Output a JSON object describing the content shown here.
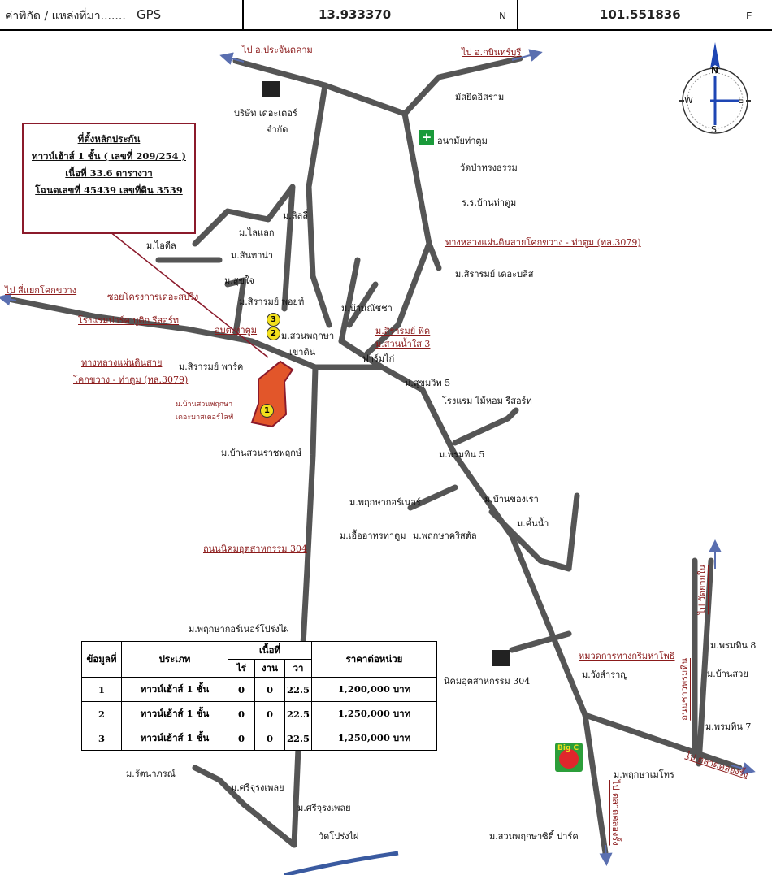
{
  "header": {
    "coord_label": "ค่าพิกัด / แหล่งที่มา.......",
    "source": "GPS",
    "latitude": "13.933370",
    "lat_suffix": "N",
    "longitude": "101.551836",
    "lon_suffix": "E"
  },
  "compass": {
    "n": "N",
    "s": "S",
    "e": "E",
    "w": "W"
  },
  "info_box": {
    "line1": "ที่ตั้งหลักประกัน",
    "line2": "ทาวน์เฮ้าส์ 1 ชั้น ( เลขที่ 209/254 )",
    "line3": "เนื้อที่ 33.6 ตารางวา",
    "line4": "โฉนดเลขที่ 45439 เลขที่ดิน 3539"
  },
  "markers": [
    "1",
    "2",
    "3"
  ],
  "labels": {
    "to_prachantakham": "ไป อ.ประจันตคาม",
    "to_kabinburi": "ไป อ.กบินทร์บุรี",
    "mosque": "มัสยิดอิสราม",
    "factory1": "บริษัท เดอะเตอร์",
    "factory1b": "จำกัด",
    "health": "อนามัยท่าตูม",
    "temple1": "วัดป่าทรงธรรม",
    "school": "ร.ร.บ้านท่าตูม",
    "hwy3079_top": "ทางหลวงแผ่นดินสายโคกขวาง - ท่าตูม (ทล.3079)",
    "sirarom_bliss": "ม.สิรารมย์ เดอะบลิส",
    "lilly": "ม.ลิลลี่",
    "landmark": "ม.ไลแลก",
    "ideal": "ม.ไอดีล",
    "sunthana": "ม.สันทาน่า",
    "sukjai": "ม.สุขใจ",
    "to_kokkwang": "ไป สี่แยกโคกขวาง",
    "soi_project": "ซอยโครงการเดอะสปริง",
    "sirarom_point": "ม.สิรารมย์ พอยท์",
    "ban_nachcha": "ม.บ้านณัชชา",
    "hotel_park": "โรงแรมปาร์ค บูติก รีสอร์ท",
    "obt": "อบต.ท่าตูม",
    "suan_pruksa": "ม.สวนพฤกษา",
    "khao_din": "เขาดิน",
    "sirarom_peak": "ม.สิรารมย์ พีค",
    "suan_namsai": "ม.สวนน้ำใส 3",
    "hwy_label1": "ทางหลวงแผ่นดินสาย",
    "hwy_label2": "โคกขวาง - ท่าตูม (ทล.3079)",
    "sirarom_park": "ม.สิรารมย์ พาร์ค",
    "chicken_farm": "ฟาร์มไก่",
    "sukhumvit5": "ม.สุขุมวิท 5",
    "hotel_maihom": "โรงแรม ไม้หอม รีสอร์ท",
    "subject1": "ม.บ้านสวนพฤกษา",
    "subject2": "เดอะมาสเตอร์ไลฟ์",
    "ban_suan_rat": "ม.บ้านสวนราชพฤกษ์",
    "porn_thin5": "ม.พรมทิน 5",
    "pruksa_corner": "ม.พฤกษากอร์เนอร์",
    "ban_khong_rao": "ม.บ้านของเรา",
    "khamnam": "ม.คํ้นนํ้า",
    "ua_athorn": "ม.เอื้ออาทรท่าตูม",
    "pruksa_krisda": "ม.พฤกษาคริสตัล",
    "industrial_road": "ถนนนิคมอุตสาหกรรม 304",
    "to_wat_yai": "ไป วัดยายใน",
    "pruksa_prong": "ม.พฤกษากอร์เนอร์โปร่งไผ่",
    "porn_thin8": "ม.พรมทิน 8",
    "ban_suay": "ม.บ้านสวย",
    "military": "หมวดการทางกริมหาโพธิ",
    "wang_saran": "ม.วังสำราญ",
    "industrial_estate": "นิคมอุตสาหกรรม 304",
    "porn_thin7": "ม.พรมทิน 7",
    "road_nong_chim": "ถนนชาวพรมทิน",
    "to_market": "ไป ตลาดคลองรั้ง",
    "to_market2": "ไป ตลาดคลองรั้ง",
    "big_c": "Big C",
    "pruksa_metro": "ม.พฤกษาเมโทร",
    "rattana": "ม.รัตนาภรณ์",
    "sri_prong1": "ม.ศรีจุรงเพลย",
    "sri_prong2": "ม.ศรีจุรงเพลย",
    "wat_prong": "วัดโปร่งไผ่",
    "suan_pruksa_city": "ม.สวนพฤกษาซิตี้ ปาร์ค"
  },
  "table": {
    "headers": {
      "no": "ข้อมูลที่",
      "type": "ประเภท",
      "area": "เนื้อที่",
      "rai": "ไร่",
      "ngan": "งาน",
      "wa": "วา",
      "price": "ราคาต่อหน่วย"
    },
    "rows": [
      {
        "no": "1",
        "type": "ทาวน์เฮ้าส์ 1 ชั้น",
        "rai": "0",
        "ngan": "0",
        "wa": "22.5",
        "price": "1,200,000 บาท"
      },
      {
        "no": "2",
        "type": "ทาวน์เฮ้าส์ 1 ชั้น",
        "rai": "0",
        "ngan": "0",
        "wa": "22.5",
        "price": "1,250,000 บาท"
      },
      {
        "no": "3",
        "type": "ทาวน์เฮ้าส์ 1 ชั้น",
        "rai": "0",
        "ngan": "0",
        "wa": "22.5",
        "price": "1,250,000 บาท"
      }
    ]
  },
  "colors": {
    "road": "#555555",
    "subject_fill": "#e2562a",
    "marker": "#f2e01c",
    "arrow": "#5a6fb0",
    "box_border": "#8b1a2b"
  }
}
